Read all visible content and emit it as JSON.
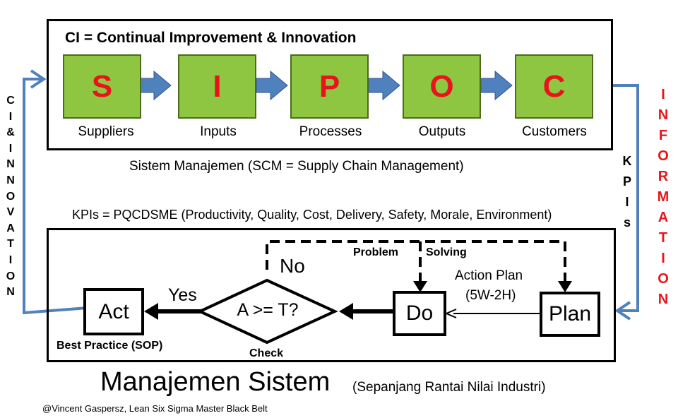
{
  "top": {
    "title": "CI = Continual Improvement & Innovation",
    "sipoc": [
      {
        "letter": "S",
        "label": "Suppliers"
      },
      {
        "letter": "I",
        "label": "Inputs"
      },
      {
        "letter": "P",
        "label": "Processes"
      },
      {
        "letter": "O",
        "label": "Outputs"
      },
      {
        "letter": "C",
        "label": "Customers"
      }
    ],
    "caption": "Sistem Manajemen (SCM = Supply Chain Management)"
  },
  "kpi_caption": "KPIs = PQCDSME (Productivity, Quality, Cost, Delivery, Safety, Morale, Environment)",
  "left_vertical": [
    "C",
    "I",
    "&",
    "I",
    "N",
    "N",
    "O",
    "V",
    "A",
    "T",
    "I",
    "O",
    "N"
  ],
  "right_kpis": [
    "K",
    "P",
    "I",
    "s"
  ],
  "right_information": [
    "I",
    "N",
    "F",
    "O",
    "R",
    "M",
    "A",
    "T",
    "I",
    "O",
    "N"
  ],
  "bottom": {
    "act": "Act",
    "decision": "A >= T?",
    "do": "Do",
    "plan": "Plan",
    "yes": "Yes",
    "no": "No",
    "problem": "Problem",
    "solving": "Solving",
    "action_plan_line1": "Action Plan",
    "action_plan_line2": "(5W-2H)",
    "best_practice": "Best Practice (SOP)",
    "check": "Check"
  },
  "footer": {
    "title": "Manajemen Sistem",
    "subtitle": "(Sepanjang Rantai Nilai Industri)",
    "credit": "@Vincent Gaspersz, Lean Six Sigma Master Black Belt"
  },
  "colors": {
    "sipoc_fill": "#8ec641",
    "sipoc_letter": "#e8141b",
    "flow_arrow": "#4f81bd",
    "information_text": "#e8141b"
  }
}
